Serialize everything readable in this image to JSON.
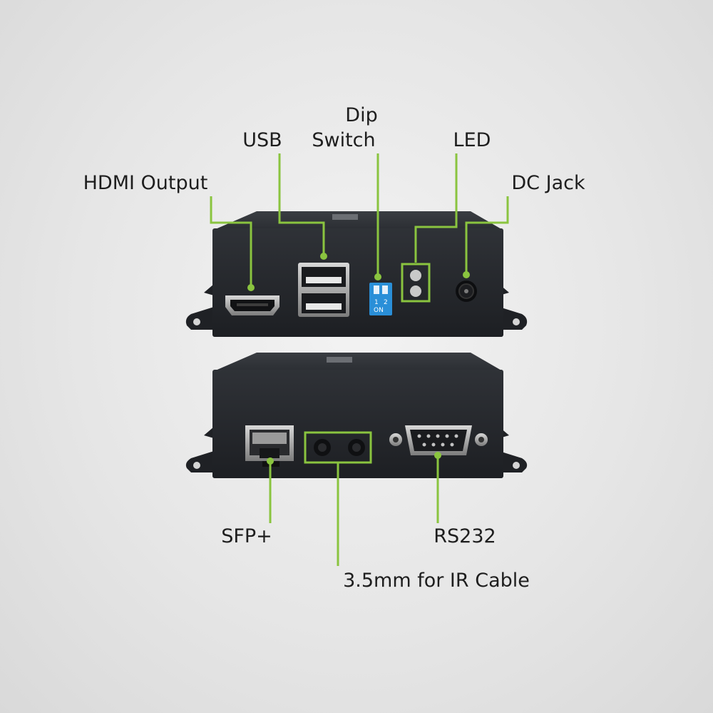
{
  "labels": {
    "hdmi_output": "HDMI Output",
    "usb": "USB",
    "dip_line1": "Dip",
    "dip_line2": "Switch",
    "led": "LED",
    "dc_jack": "DC Jack",
    "sfp": "SFP+",
    "rs232": "RS232",
    "ir_cable": "3.5mm for IR Cable"
  },
  "dip_switch": {
    "num_1": "1",
    "num_2": "2",
    "on": "ON"
  },
  "colors": {
    "accent": "#8ac43f",
    "background": "#e6e6e6",
    "device_body": "#25282d",
    "dip_switch": "#2a8fd8"
  }
}
